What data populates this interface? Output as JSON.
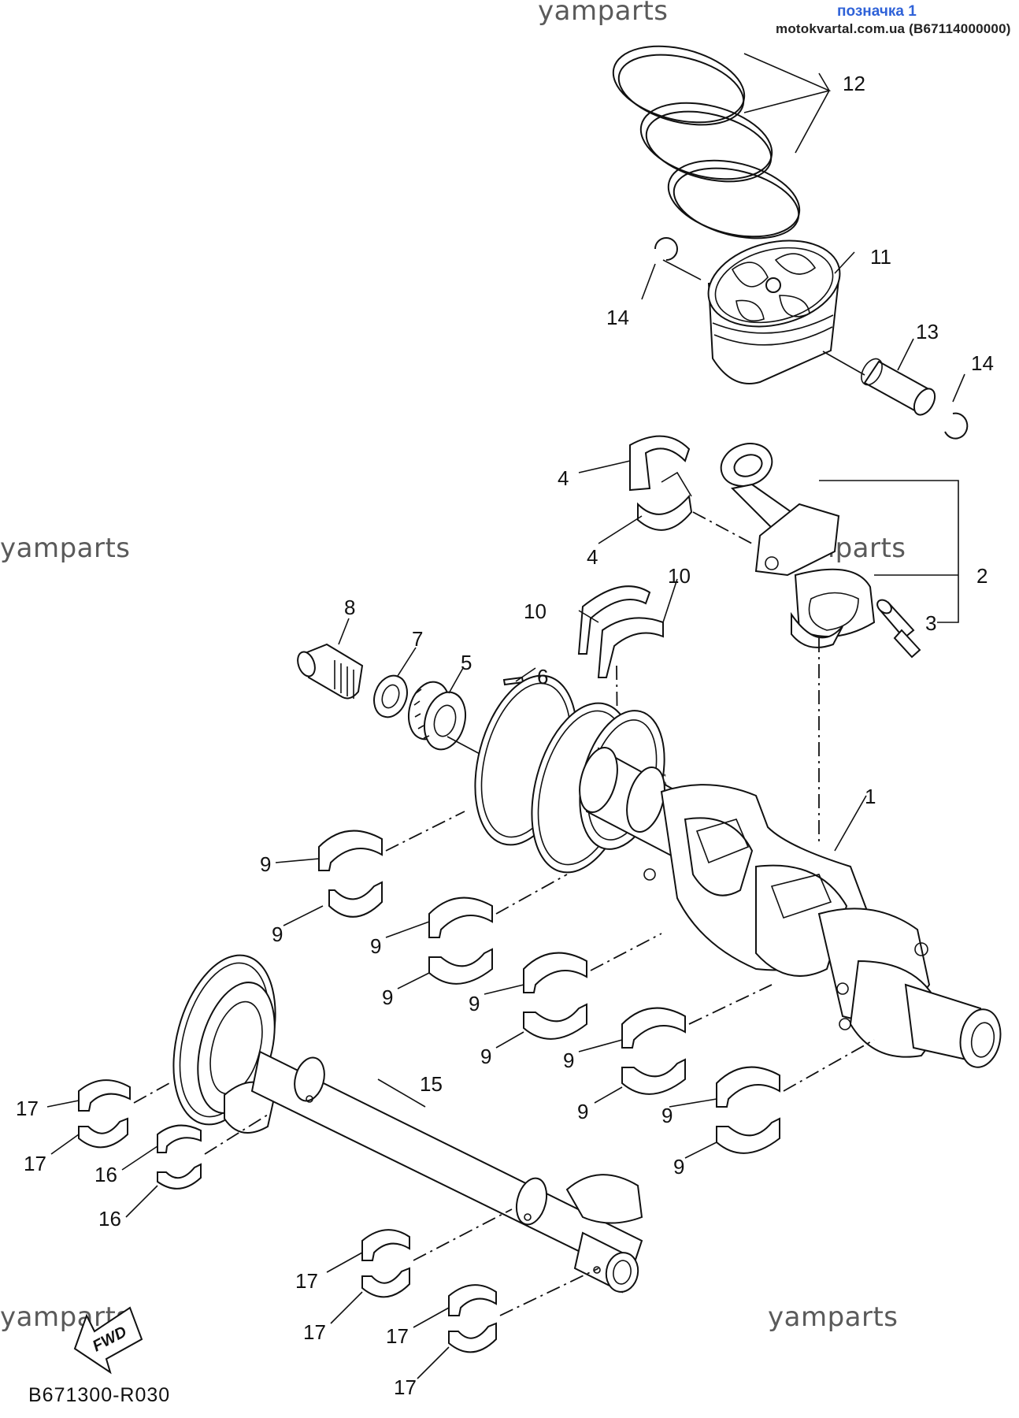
{
  "header": {
    "tag": "позначка 1",
    "source": "motokvartal.com.ua (B67114000000)"
  },
  "watermarks": [
    "yamparts",
    "yamparts",
    "yamparts",
    "yamparts",
    "yamparts",
    "yamparts"
  ],
  "diagram_code": "B671300-R030",
  "fwd_label": "FWD",
  "callouts": {
    "c1": "1",
    "c2": "2",
    "c3": "3",
    "c4a": "4",
    "c4b": "4",
    "c5": "5",
    "c6": "6",
    "c7": "7",
    "c8": "8",
    "c9a": "9",
    "c9b": "9",
    "c9c": "9",
    "c9d": "9",
    "c9e": "9",
    "c9f": "9",
    "c9g": "9",
    "c9h": "9",
    "c9i": "9",
    "c9j": "9",
    "c10a": "10",
    "c10b": "10",
    "c11": "11",
    "c12": "12",
    "c13": "13",
    "c14a": "14",
    "c14b": "14",
    "c15": "15",
    "c16a": "16",
    "c16b": "16",
    "c17a": "17",
    "c17b": "17",
    "c17c": "17",
    "c17d": "17",
    "c17e": "17",
    "c17f": "17"
  },
  "colors": {
    "line": "#111111",
    "tag": "#2f62d8",
    "watermark": "#5a5a5a"
  }
}
